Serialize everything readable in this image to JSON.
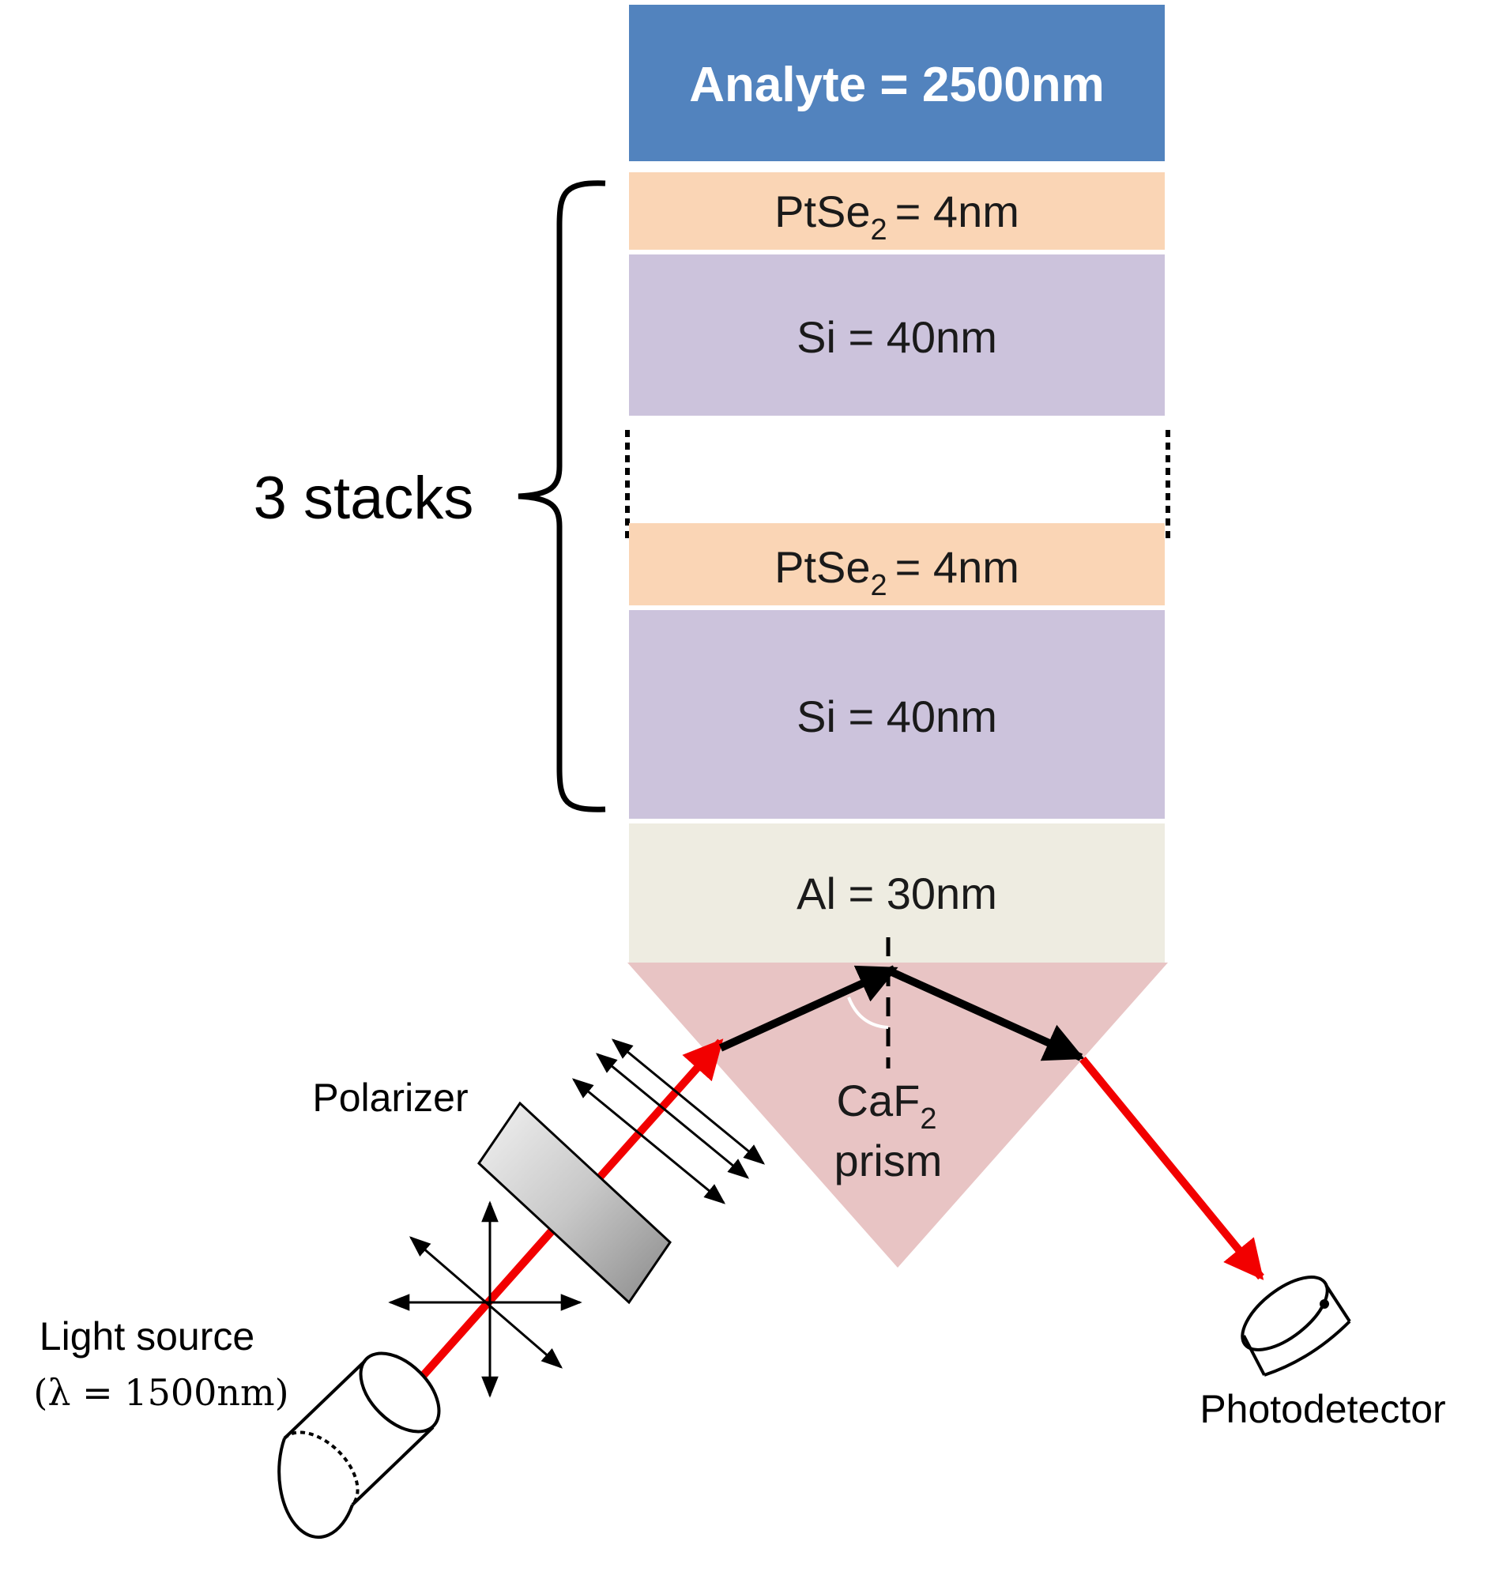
{
  "layers": {
    "analyte": {
      "name": "Analyte",
      "value": "2500nm",
      "color": "#5283BE"
    },
    "ptse2_top": {
      "name": "PtSe",
      "sub": "2",
      "value": "= 4nm",
      "color": "#FAD5B5"
    },
    "si_top": {
      "label": "Si = 40nm",
      "color": "#CCC3DC"
    },
    "ptse2_bottom": {
      "name": "PtSe",
      "sub": "2",
      "value": "= 4nm",
      "color": "#FAD5B5"
    },
    "si_bottom": {
      "label": "Si = 40nm",
      "color": "#CCC3DC"
    },
    "al": {
      "label": "Al = 30nm",
      "color": "#EEECE1"
    }
  },
  "stacks_label": "3 stacks",
  "prism": {
    "name": "CaF",
    "sub": "2",
    "line2": "prism",
    "color": "#E8C4C4"
  },
  "polarizer_label": "Polarizer",
  "light_source": {
    "line1": "Light source",
    "line2": "(λ = 1500nm)"
  },
  "photodetector_label": "Photodetector",
  "colors": {
    "beam": "#F20000",
    "reflected_beam": "#000000"
  }
}
